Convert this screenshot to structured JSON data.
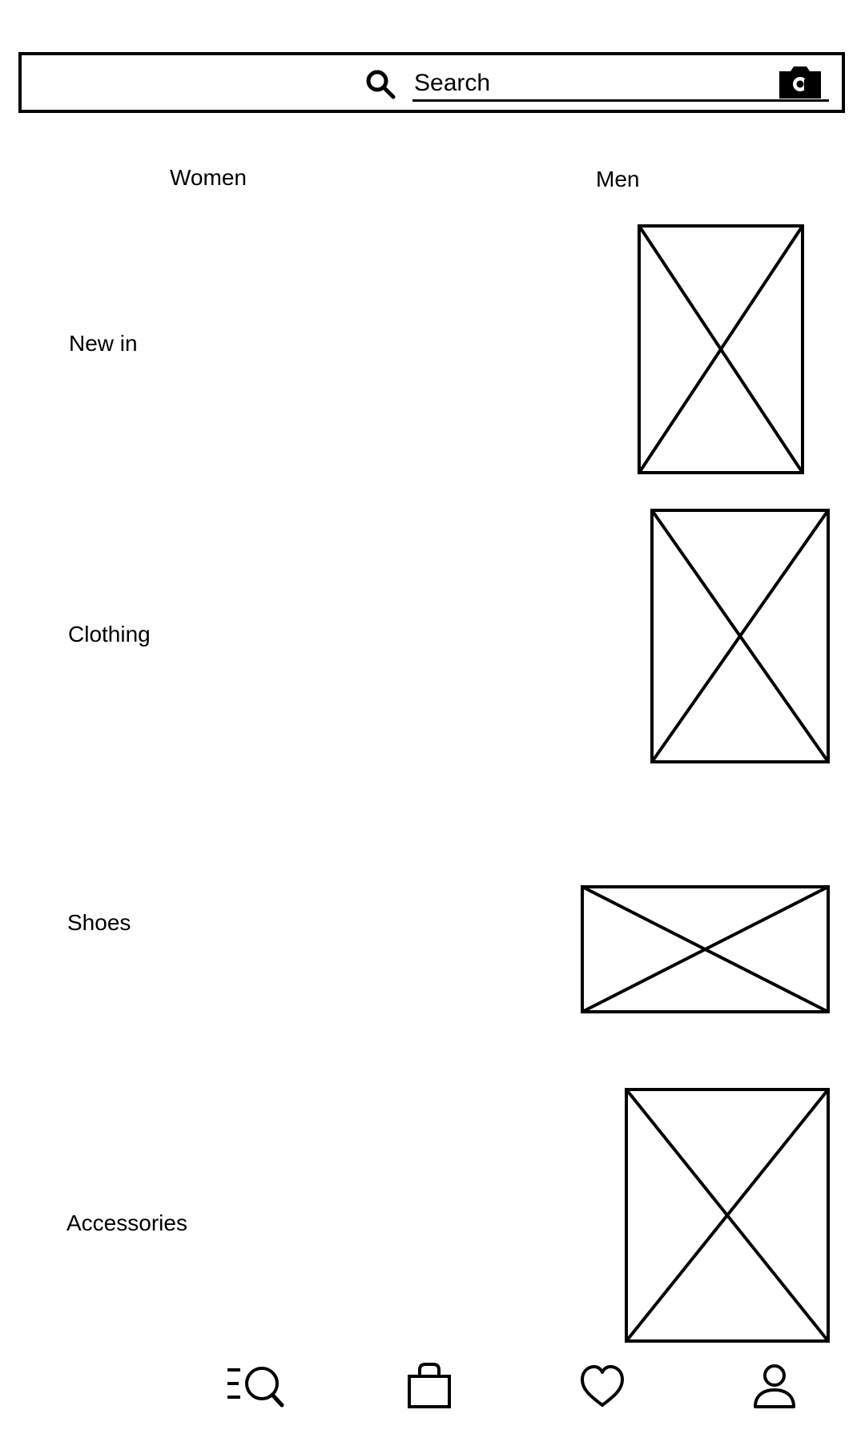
{
  "search": {
    "placeholder": "Search",
    "icon": "search-icon",
    "camera_icon": "camera-icon"
  },
  "tabs": [
    {
      "label": "Women"
    },
    {
      "label": "Men"
    }
  ],
  "categories": [
    {
      "label": "New in",
      "image": "image-placeholder"
    },
    {
      "label": "Clothing",
      "image": "image-placeholder"
    },
    {
      "label": "Shoes",
      "image": "image-placeholder"
    },
    {
      "label": "Accessories",
      "image": "image-placeholder"
    }
  ],
  "bottom_nav": [
    {
      "icon": "browse-search-icon"
    },
    {
      "icon": "bag-icon"
    },
    {
      "icon": "heart-icon"
    },
    {
      "icon": "profile-icon"
    }
  ],
  "colors": {
    "background": "#ffffff",
    "foreground": "#000000"
  }
}
